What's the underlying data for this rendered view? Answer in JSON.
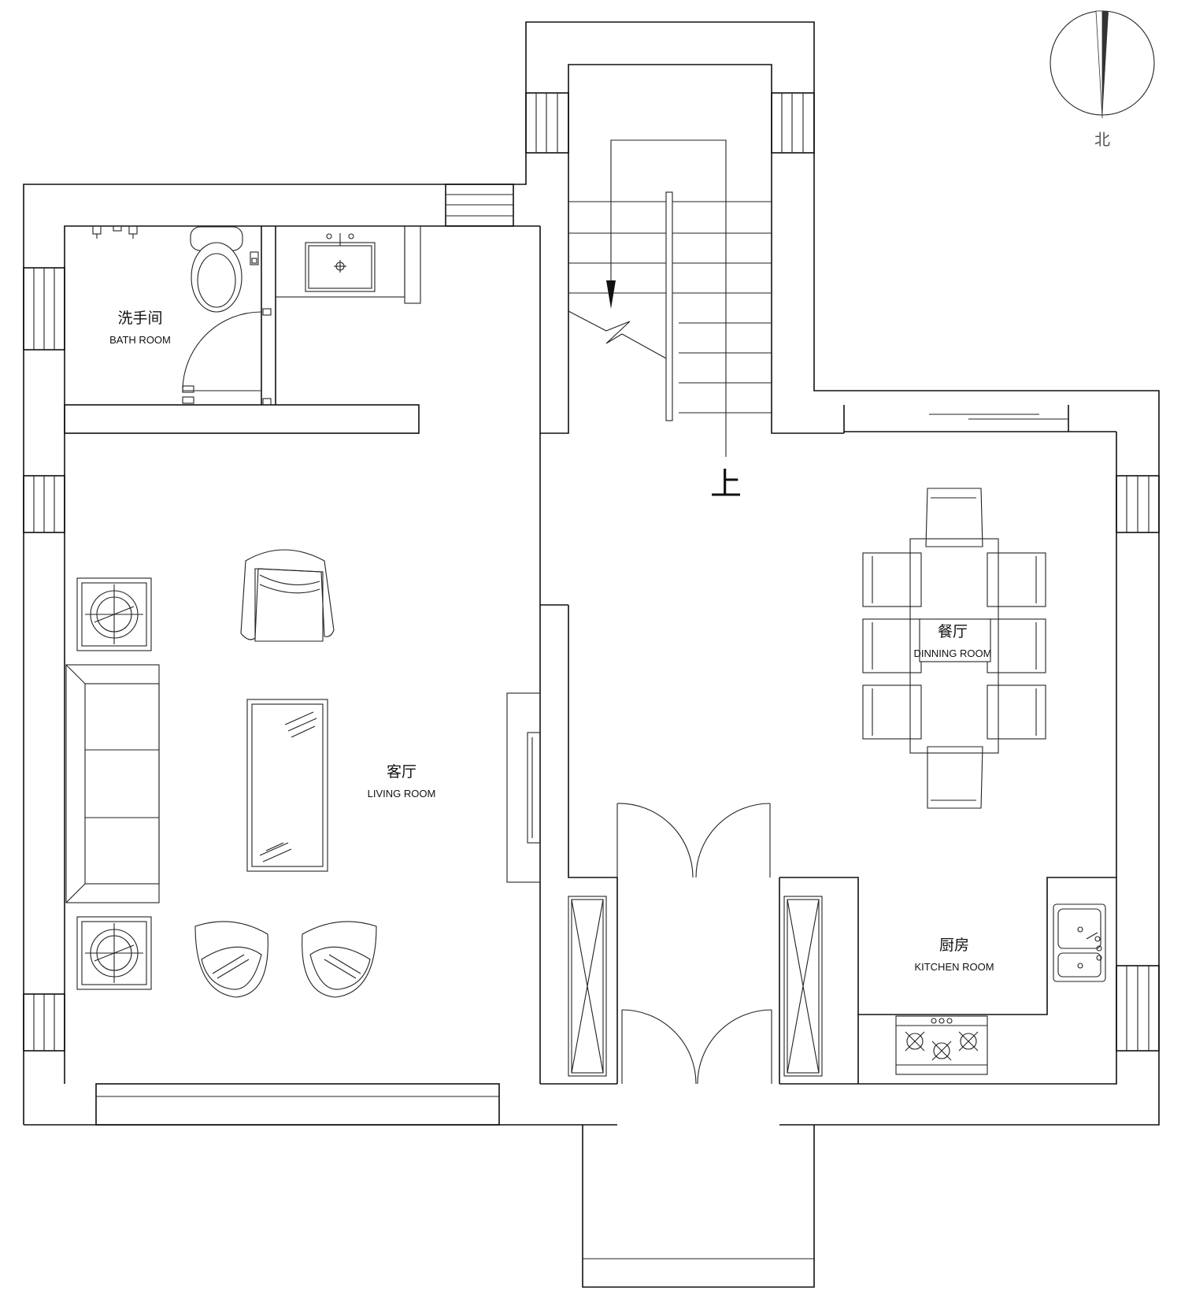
{
  "rooms": {
    "bath": {
      "cn": "洗手间",
      "en": "BATH ROOM"
    },
    "living": {
      "cn": "客厅",
      "en": "LIVING ROOM"
    },
    "dining": {
      "cn": "餐厅",
      "en": "DINNING ROOM"
    },
    "kitchen": {
      "cn": "厨房",
      "en": "KITCHEN ROOM"
    }
  },
  "stair_label": "上",
  "north_label": "北",
  "colors": {
    "line": "#111111",
    "north_needle": "#333333",
    "background": "#ffffff"
  }
}
